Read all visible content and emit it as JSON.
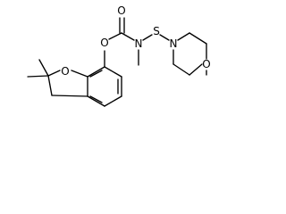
{
  "molecule": {
    "atom_labels": {
      "furan_oxygen": "O",
      "ester_oxygen": "O",
      "carbonyl_oxygen": "O",
      "amide_nitrogen": "N",
      "sulfur": "S",
      "morpholine_nitrogen": "N",
      "morpholine_oxygen": "O"
    }
  }
}
